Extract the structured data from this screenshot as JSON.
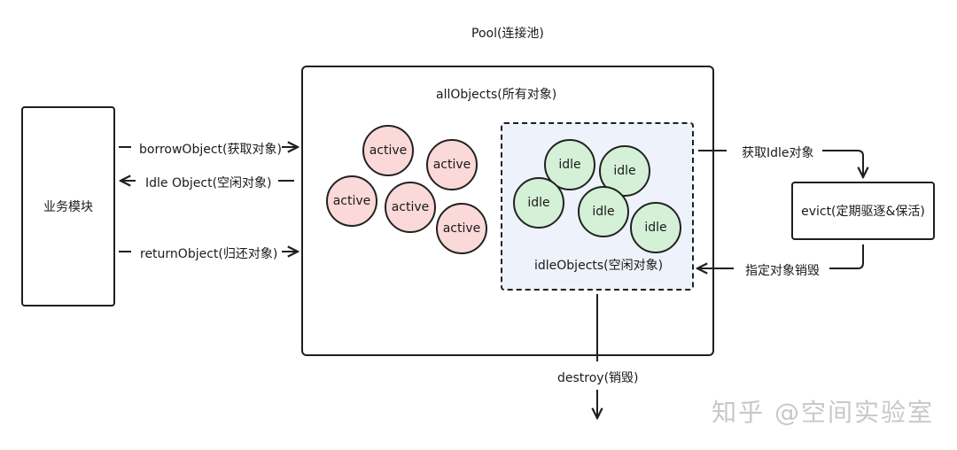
{
  "pool_title": "Pool(连接池)",
  "business_module": "业务模块",
  "all_objects_label": "allObjects(所有对象)",
  "idle_objects_label": "idleObjects(空闲对象)",
  "borrow_label": "borrowObject(获取对象)",
  "idle_object_label": "Idle Object(空闲对象)",
  "return_label": "returnObject(归还对象)",
  "get_idle_label": "获取Idle对象",
  "evict_label": "evict(定期驱逐&保活)",
  "destroy_specified_label": "指定对象销毁",
  "destroy_label": "destroy(销毁)",
  "active_text": "active",
  "idle_text": "idle",
  "watermark": "知乎 @空间实验室",
  "colors": {
    "active_fill": "#fbd9d9",
    "idle_fill": "#d4f1d7",
    "idle_region_fill": "#eef2fb",
    "stroke": "#1f1f1f"
  }
}
